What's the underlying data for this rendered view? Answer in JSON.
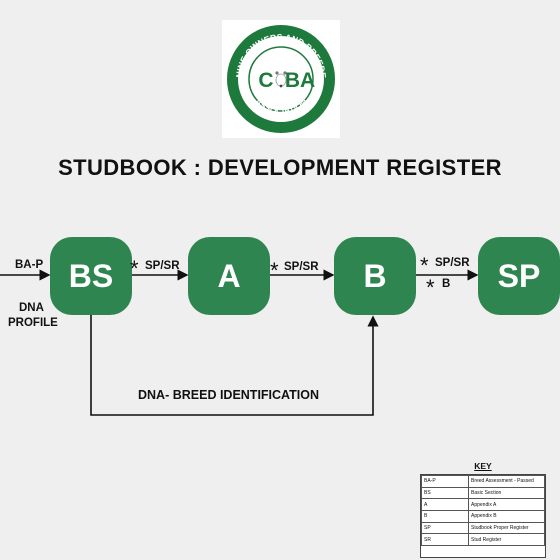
{
  "logo": {
    "top_text": "CANINE OWNERS AND BREEDERS",
    "bottom_text": "ASSOCIATION",
    "center_text_left": "C",
    "center_text_right": "BA",
    "ring_color": "#1e7a3c"
  },
  "title": "STUDBOOK : DEVELOPMENT REGISTER",
  "nodes": {
    "bs": "BS",
    "a": "A",
    "b": "B",
    "sp": "SP"
  },
  "edge_labels": {
    "entry": "BA-P",
    "dna_profile_line1": "DNA",
    "dna_profile_line2": "PROFILE",
    "bs_to_a": "SP/SR",
    "a_to_b": "SP/SR",
    "b_to_sp": "SP/SR",
    "b_to_sp_extra": "B",
    "star": "*",
    "loop": "DNA- BREED IDENTIFICATION"
  },
  "key": {
    "title": "KEY",
    "rows": [
      {
        "abbr": "BA-P",
        "meaning": "Breed Assessment - Passed"
      },
      {
        "abbr": "BS",
        "meaning": "Basic Section"
      },
      {
        "abbr": "A",
        "meaning": "Appendix A"
      },
      {
        "abbr": "B",
        "meaning": "Appendix B"
      },
      {
        "abbr": "SP",
        "meaning": "Studbook Proper Register"
      },
      {
        "abbr": "SR",
        "meaning": "Stud Register"
      }
    ]
  },
  "colors": {
    "node_fill": "#2e8550",
    "background": "#efefef"
  }
}
